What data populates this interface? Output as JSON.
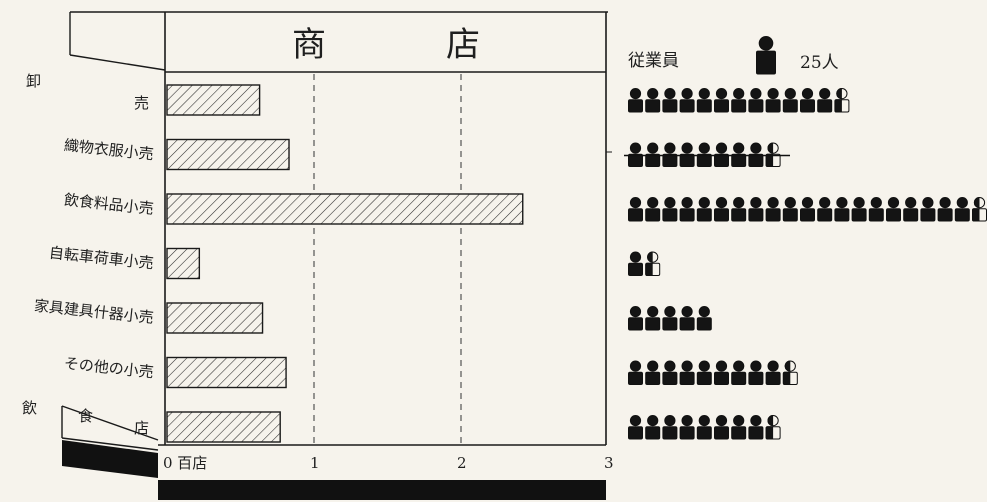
{
  "chart_data": {
    "type": "bar",
    "title_chars": [
      "商",
      "店"
    ],
    "categories": [
      "卸売",
      "織物衣服小売",
      "飲食料品小売",
      "自転車荷車小売",
      "家具建具什器小売",
      "その他の小売",
      "飲食店"
    ],
    "category_label_glyphs": [
      [
        "卸",
        "売"
      ],
      [
        "織物衣服小売"
      ],
      [
        "飲食料品小売"
      ],
      [
        "自転車荷車小売"
      ],
      [
        "家具建具什器小売"
      ],
      [
        "その他の小売"
      ],
      [
        "飲",
        "食",
        "店"
      ]
    ],
    "series": [
      {
        "values": [
          0.63,
          0.83,
          2.42,
          0.22,
          0.65,
          0.81,
          0.77
        ]
      }
    ],
    "x_ticks": [
      "0 百店",
      "1",
      "2",
      "3"
    ],
    "xlim": [
      0,
      3
    ],
    "grid": "dashed vertical at 1 and 2",
    "employees": {
      "legend_label": "従業員",
      "legend_unit": "25人",
      "per_icon": 25,
      "icon_counts": [
        12.5,
        8.5,
        20.5,
        1.5,
        5,
        9.5,
        8.5
      ]
    }
  }
}
